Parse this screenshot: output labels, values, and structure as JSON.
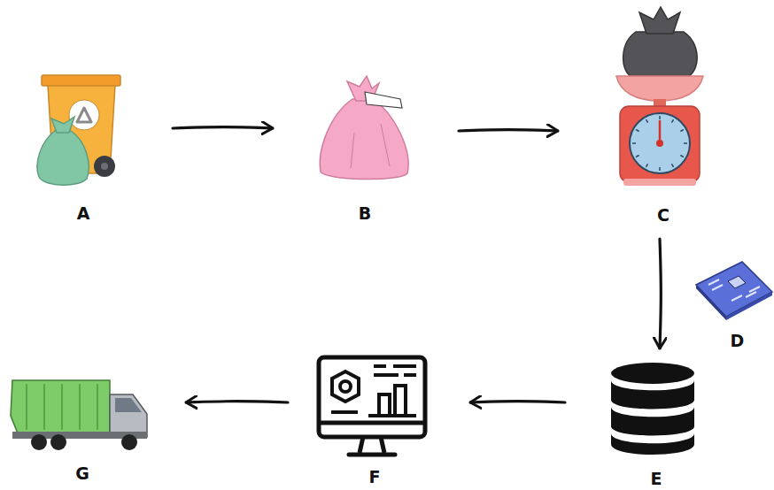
{
  "diagram": {
    "nodes": [
      {
        "text": [
          "A"
        ]
      },
      {
        "text": [
          "B"
        ]
      },
      {
        "text": [
          "C"
        ]
      },
      {
        "text": [
          "D"
        ]
      },
      {
        "text": [
          "E"
        ]
      },
      {
        "text": [
          "F"
        ]
      },
      {
        "text": [
          "G"
        ]
      }
    ],
    "edges": [
      {
        "from": 0,
        "to": 1,
        "arrow": "to"
      },
      {
        "from": 1,
        "to": 2,
        "arrow": "to"
      },
      {
        "from": 2,
        "to": 4,
        "arrow": "to"
      },
      {
        "from": 4,
        "to": 5,
        "arrow": "to"
      },
      {
        "from": 5,
        "to": 6,
        "arrow": "to"
      }
    ]
  }
}
